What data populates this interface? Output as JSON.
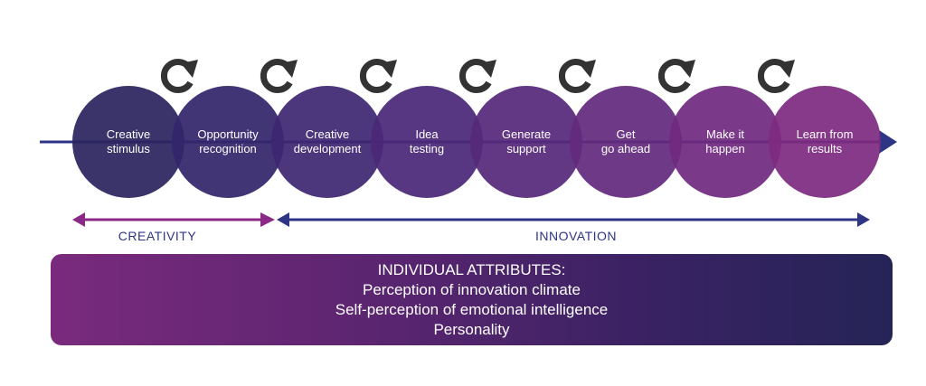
{
  "process": {
    "stages": [
      {
        "line1": "Creative",
        "line2": "stimulus",
        "color": "#2b2560"
      },
      {
        "line1": "Opportunity",
        "line2": "recognition",
        "color": "#34266a"
      },
      {
        "line1": "Creative",
        "line2": "development",
        "color": "#3e2772"
      },
      {
        "line1": "Idea",
        "line2": "testing",
        "color": "#4a2877"
      },
      {
        "line1": "Generate",
        "line2": "support",
        "color": "#56297b"
      },
      {
        "line1": "Get",
        "line2": "go ahead",
        "color": "#632a7e"
      },
      {
        "line1": "Make it",
        "line2": "happen",
        "color": "#702a80"
      },
      {
        "line1": "Learn from",
        "line2": "results",
        "color": "#7d2b80"
      }
    ],
    "loop_icon": "refresh-cycle-icon",
    "axis_color": "#2e3584"
  },
  "ranges": {
    "creativity": {
      "label": "CREATIVITY",
      "color": "#8b2a86"
    },
    "innovation": {
      "label": "INNOVATION",
      "color": "#2e3584"
    }
  },
  "attributes": {
    "heading": "INDIVIDUAL ATTRIBUTES:",
    "items": [
      "Perception of innovation climate",
      "Self-perception of emotional intelligence",
      "Personality"
    ]
  }
}
